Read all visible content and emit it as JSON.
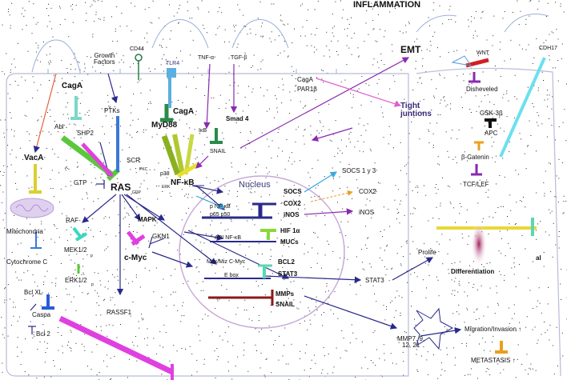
{
  "title": "INFLAMMATION",
  "labels": {
    "growth_factors": "Growth\nFactors",
    "cd44": "CD44",
    "tlr4": "TLR4",
    "tnf": "TNF-α",
    "tgf": "TGF-β",
    "emt": "EMT",
    "wnt": "WNT",
    "cdh17": "CDH17",
    "caga_left": "CagA",
    "caga_mid": "CagA",
    "caga_par": "CagA",
    "par1b": "PAR1β",
    "tight": "Tight\njuntions",
    "disheveled": "Disheveled",
    "vaca": "VacA",
    "abl": "Abl",
    "shp2": "SHP2",
    "ptks": "PTKs",
    "scr": "SCR",
    "pkc": "PKC",
    "myd88": "MyD88",
    "ikb": "IκB",
    "smad4": "Smad 4",
    "snail_top": "SNAIL",
    "gsk3b": "GSK-3β",
    "apc": "APC",
    "beta_catenin": "β-Catenin",
    "tcf": "TCF/LEF",
    "gtp": "GTP",
    "ras": "RAS",
    "gdp": "GDP",
    "p38": "p38",
    "erk_small": "ERK",
    "nfkb": "NF-κB",
    "nucleus": "Nucleus",
    "socs13": "SOCS 1 y 3",
    "socs": "SOCS",
    "cox2_in": "COX2",
    "inos_in": "iNOS",
    "cox2_out": "COX2",
    "inos_out": "iNOS",
    "p_nfkb": "p NF-κB",
    "p65p50": "p65  p50",
    "hif": "HIF 1α",
    "mucs": "MUCs",
    "api_nfkb": "API  NF-κB",
    "mitochondria": "Mitochondria",
    "raf": "RAF",
    "mapk": "MAPK",
    "gkn1": "GKN1",
    "cmyc": "c-Myc",
    "mek": "MEK1/2",
    "mek_p": "p",
    "erk12": "ERK1/2",
    "erk_p": "p",
    "cytc": "Cytochrome C",
    "maxmiz": "Max/Miz C-Myc",
    "ebox": "E box",
    "bcl2_in": "BCL2",
    "stat3_in": "STAT3",
    "stat3_out": "STAT3",
    "prolif": "Prolife",
    "differentiation": "Differentiation",
    "al": "al",
    "mmps": "MMPs",
    "snail_bot": "SNAIL",
    "bclxl": "Bcl XL",
    "caspa": "Caspa",
    "bcl2_bot": "Bcl 2",
    "rassf1": "RASSF1",
    "mmp7": "MMP7, 9,\n12, 21",
    "migration": "Migration/Invasion ↑",
    "metastasis": "METASTASIS ↑"
  }
}
